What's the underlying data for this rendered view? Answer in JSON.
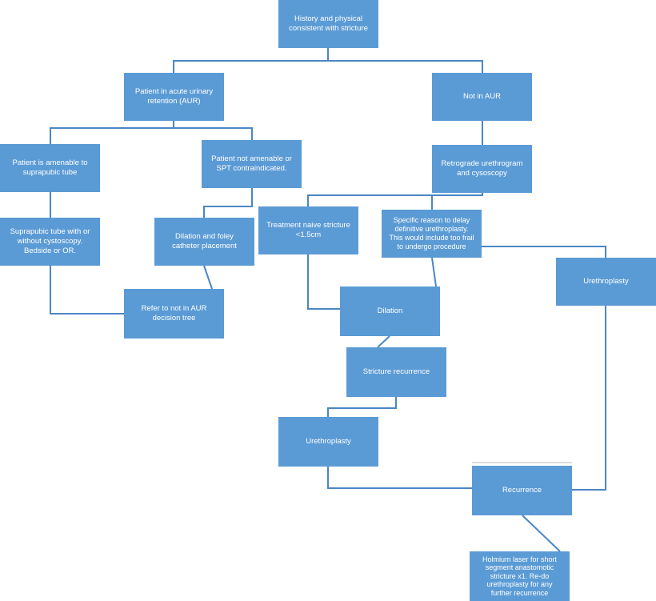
{
  "colors": {
    "box_fill": "#5b9bd5",
    "line": "#4a86c5",
    "text": "#ffffff"
  },
  "nodes": {
    "history": "History and physical consistent with stricture",
    "aur": "Patient in acute urinary retention (AUR)",
    "not_aur": "Not in AUR",
    "spt_amenable": "Patient is amenable to suprapubic tube",
    "not_amenable": "Patient not amenable or SPT contraindicated.",
    "retrograde": "Retrograde urethrogram and cysoscopy",
    "suprapubic": "Suprapubic tube with or without cystoscopy. Bedside or OR.",
    "dilation_foley": "Dilation and foley catheter placement",
    "naive": "Treatment naive stricture <1.5cm",
    "specific_reason": "Specific reason to delay definitive urethroplasty. This would include too frail to undergo procedure",
    "urethroplasty_1": "Urethroplasty",
    "refer": "Refer to not in AUR decision tree",
    "dilation": "Dilation",
    "stricture_recurrence": "Stricture recurrence",
    "urethroplasty_2": "Urethroplasty",
    "recurrence": "Recurrence",
    "holmium": "Holmium laser for short segment anastomotic stricture x1. Re-do urethroplasty for any further recurrence"
  }
}
